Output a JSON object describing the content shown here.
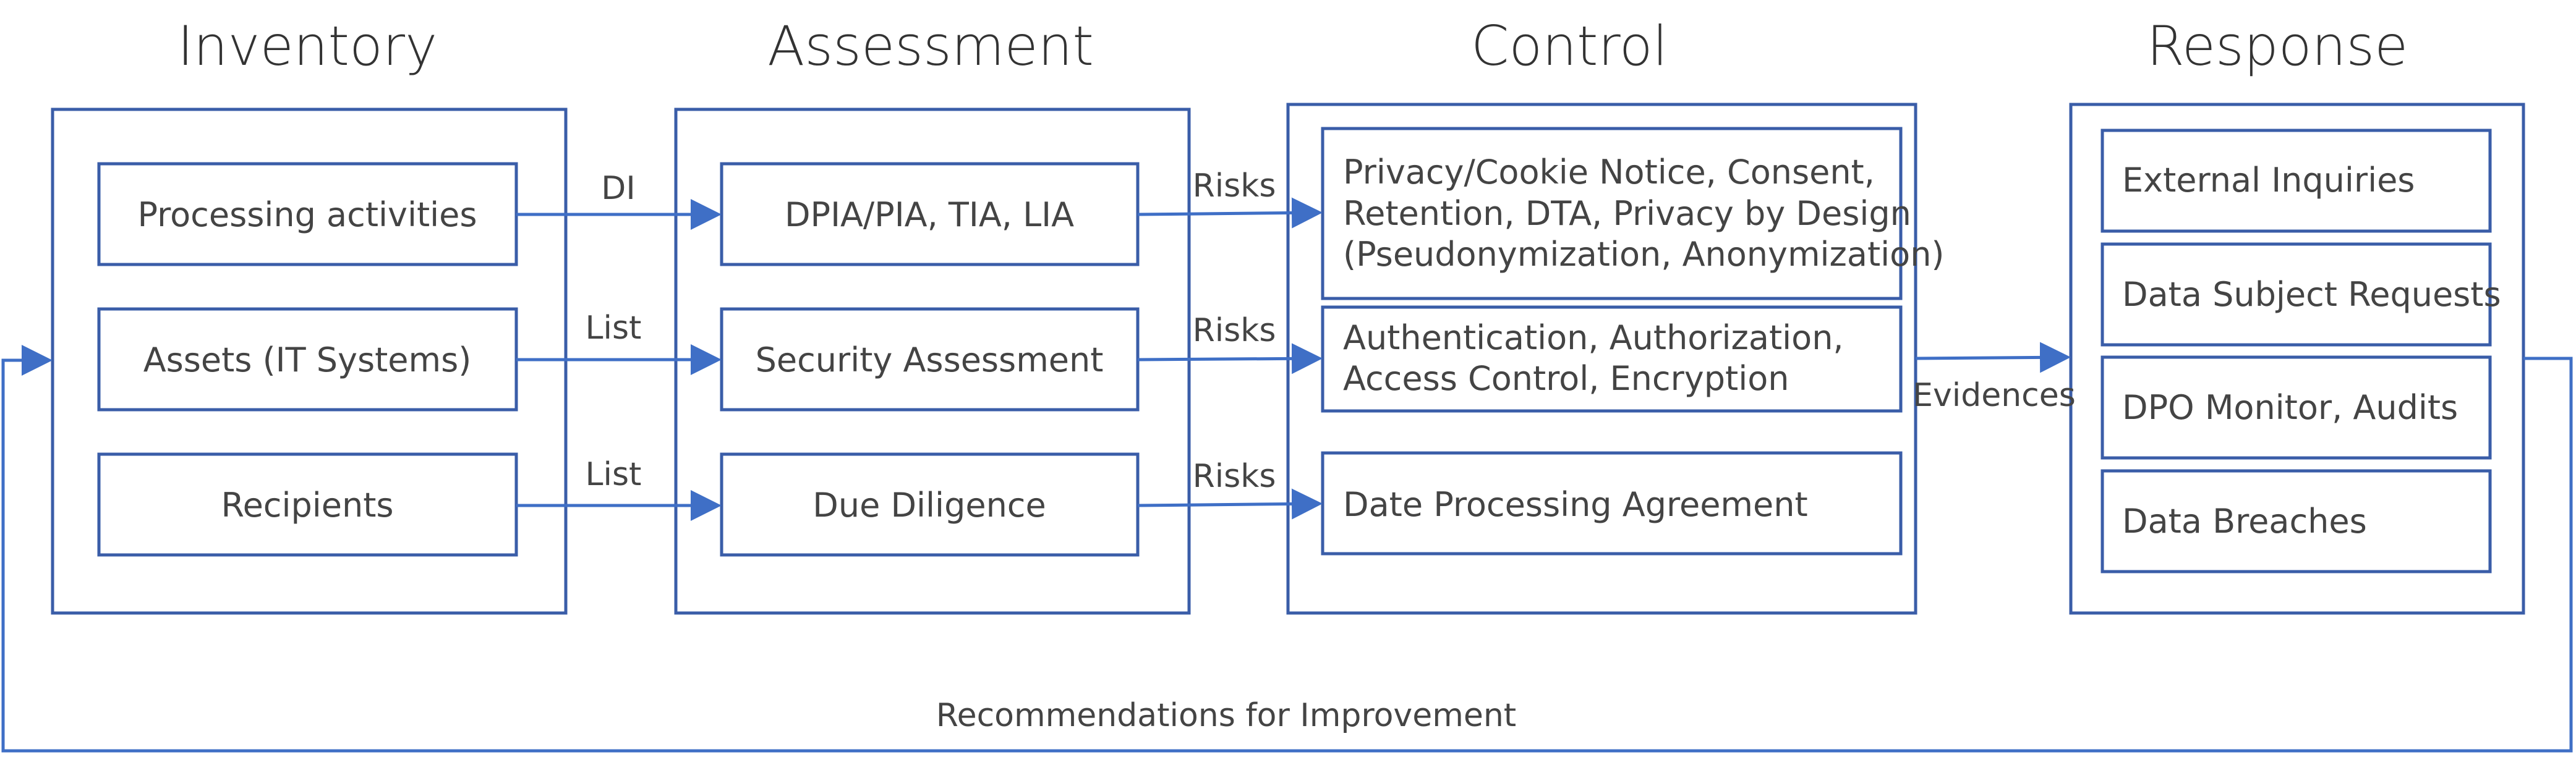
{
  "stages": {
    "inventory": {
      "title": "Inventory",
      "items": [
        "Processing activities",
        "Assets (IT Systems)",
        "Recipients"
      ]
    },
    "assessment": {
      "title": "Assessment",
      "items": [
        "DPIA/PIA, TIA, LIA",
        "Security Assessment",
        "Due Diligence"
      ]
    },
    "control": {
      "title": "Control",
      "items": [
        [
          "Privacy/Cookie Notice, Consent,",
          "Retention, DTA, Privacy by Design",
          "(Pseudonymization, Anonymization)"
        ],
        [
          "Authentication, Authorization,",
          "Access Control, Encryption"
        ],
        [
          "Date Processing Agreement"
        ]
      ]
    },
    "response": {
      "title": "Response",
      "items": [
        "External Inquiries",
        "Data Subject Requests",
        "DPO Monitor, Audits",
        "Data Breaches"
      ]
    }
  },
  "edges": {
    "inventory_to_assessment": [
      "DI",
      "List",
      "List"
    ],
    "assessment_to_control": [
      "Risks",
      "Risks",
      "Risks"
    ],
    "control_to_response": "Evidences",
    "feedback": "Recommendations for Improvement"
  },
  "colors": {
    "box_stroke": "#3a5da8",
    "arrow": "#3f6fc6"
  }
}
